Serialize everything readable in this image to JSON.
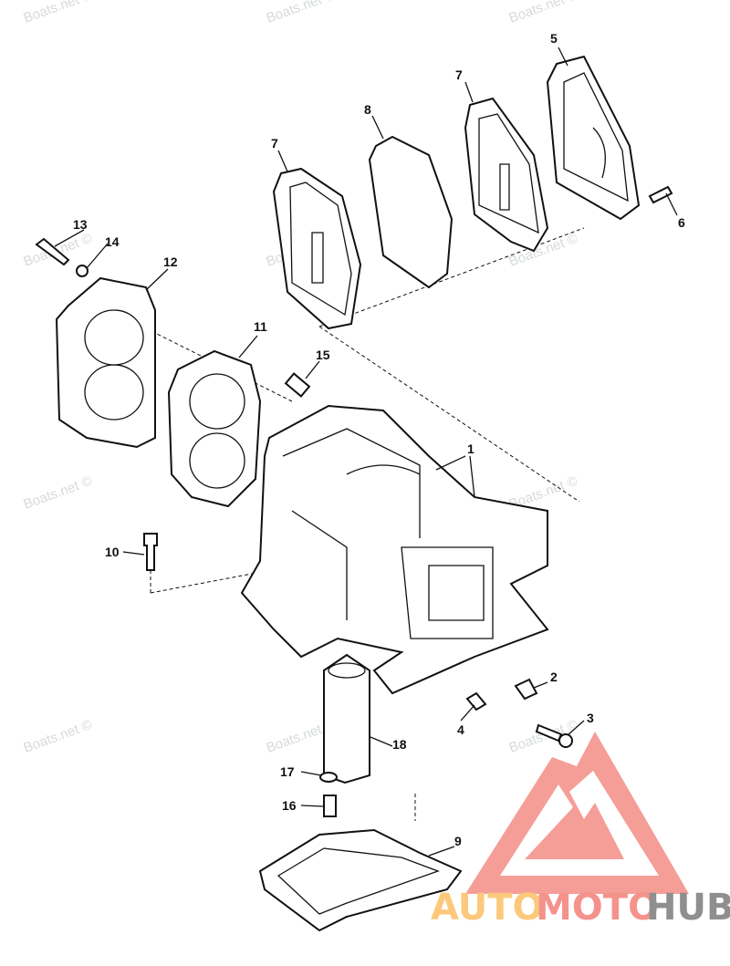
{
  "diagram": {
    "watermark": "Boats.net ©",
    "callouts": [
      "1",
      "2",
      "3",
      "4",
      "5",
      "6",
      "7",
      "7",
      "8",
      "9",
      "10",
      "11",
      "12",
      "13",
      "14",
      "15",
      "16",
      "17",
      "18"
    ]
  },
  "logo": {
    "part1": "AUTO",
    "part2": "MOTO",
    "part3": "HUB",
    "colors": {
      "auto": "#fcc97c",
      "moto": "#f4938c",
      "hub": "#8f8f8f",
      "mark": "#f4938c"
    }
  }
}
